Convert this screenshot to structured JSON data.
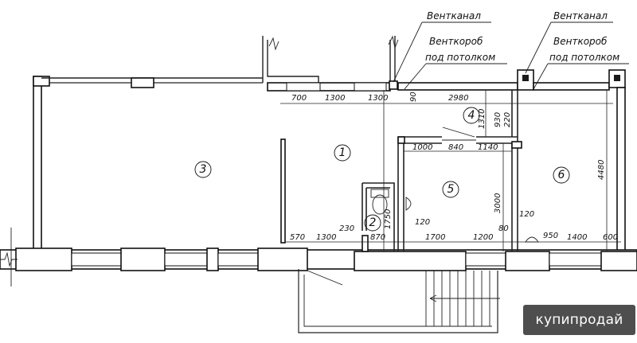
{
  "callouts": {
    "ventkanal_left": "Вентканал",
    "ventkorob_left_line1": "Венткороб",
    "ventkorob_left_line2": "под потолком",
    "ventkanal_right": "Вентканал",
    "ventkorob_right_line1": "Венткороб",
    "ventkorob_right_line2": "под потолком"
  },
  "rooms": {
    "r1": "1",
    "r2": "2",
    "r3": "3",
    "r4": "4",
    "r5": "5",
    "r6": "6"
  },
  "dimensions": {
    "top_700": "700",
    "top_1300a": "1300",
    "top_1300b": "1300",
    "top_90": "90",
    "top_2980": "2980",
    "v_1310": "1310",
    "v_930": "930",
    "v_220": "220",
    "d_1000": "1000",
    "d_840": "840",
    "d_1140": "1140",
    "v_3000": "3000",
    "v_4480": "4480",
    "v_1750": "1750",
    "d_120a": "120",
    "d_120b": "120",
    "b_570": "570",
    "b_1300": "1300",
    "b_230": "230",
    "b_870": "870",
    "b_1700": "1700",
    "b_1200": "1200",
    "b_80": "80",
    "b_950": "950",
    "b_1400": "1400",
    "b_600": "600"
  },
  "watermark": "купипродай"
}
